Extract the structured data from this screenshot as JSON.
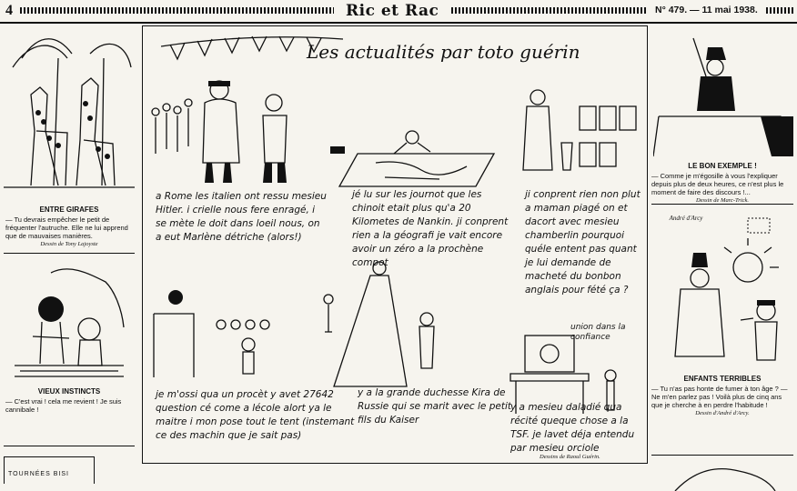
{
  "masthead": {
    "page_number": "4",
    "title": "Ric et Rac",
    "issue": "N° 479. — 11 mai 1938."
  },
  "left_column": {
    "cartoon1": {
      "heading": "ENTRE GIRAFES",
      "text": "— Tu devrais empêcher le petit de fréquenter l'autruche. Elle ne lui apprend que de mauvaises manières.",
      "credit": "Dessin de Tony Lajoyste"
    },
    "cartoon2": {
      "heading": "VIEUX INSTINCTS",
      "text": "— C'est vrai ! cela me revient ! Je suis cannibale !"
    },
    "footer_snippet": "TOURNÉES BISI"
  },
  "center": {
    "title": "Les actualités par toto guérin",
    "panels": [
      {
        "id": "rome",
        "text": "a Rome les italien ont ressu mesieu Hitler. i crielle nous fere enragé, i se mète le doit dans loeil nous, on a eut Marlène détriche (alors!)"
      },
      {
        "id": "nankin",
        "text": "jé lu sur les journot que les chinoit etait plus qu'a 20 Kilometes de Nankin. ji conprent rien a la géografi je vait encore avoir un zéro a la prochène compot"
      },
      {
        "id": "maman",
        "text": "ji conprent rien non plut a maman piagé on et dacort avec mesieu chamberlin pourquoi quéle entent pas quant je lui demande de macheté du bonbon anglais pour fété ça ?"
      },
      {
        "id": "proces",
        "text": "je m'ossi qua un procèt y avet 27642 question cé come a lécole alort ya le maitre i mon pose tout le tent (instemant ce des machin que je sait pas)"
      },
      {
        "id": "duchesse",
        "text": "y a la grande duchesse Kira de Russie qui se marit avec le petit fils du Kaiser"
      },
      {
        "id": "tsf",
        "text": "y a mesieu daladié qua récité queque chose a la TSF. je lavet déja entendu par mesieu orciole",
        "banner": "union dans la confiance"
      }
    ],
    "credit": "Dessins de Raoul Guérin."
  },
  "right_column": {
    "cartoon1": {
      "heading": "LE BON EXEMPLE !",
      "text": "— Comme je m'égosille à vous l'expliquer depuis plus de deux heures, ce n'est plus le moment de faire des discours !...",
      "credit": "Dessin de Marc-Trick."
    },
    "cartoon2": {
      "signature": "André d'Arcy",
      "heading": "ENFANTS TERRIBLES",
      "text": "— Tu n'as pas honte de fumer à ton âge ? — Ne m'en parlez pas ! Voilà plus de cinq ans que je cherche à en perdre l'habitude !",
      "credit": "Dessin d'André d'Arcy."
    }
  }
}
